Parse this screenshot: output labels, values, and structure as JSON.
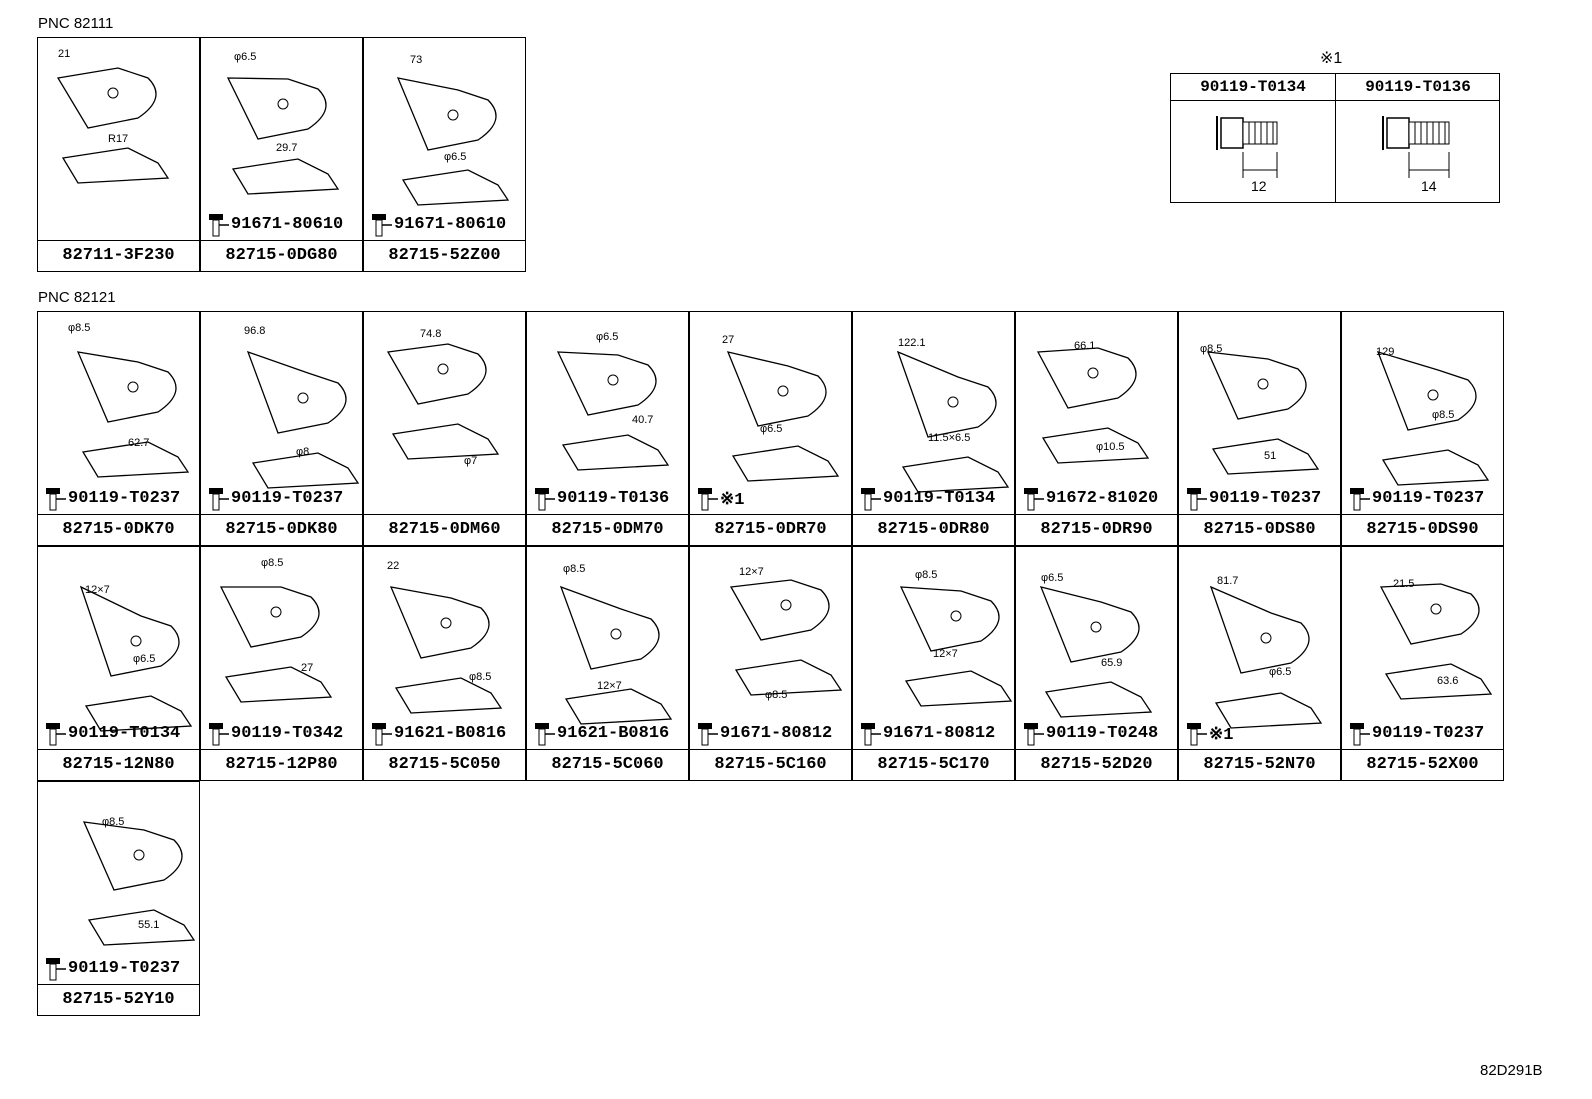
{
  "sections": [
    {
      "pnc_label": "PNC 82111",
      "cells": [
        {
          "part": "82711-3F230",
          "bolt": "",
          "dims": [
            "21",
            "R17"
          ]
        },
        {
          "part": "82715-0DG80",
          "bolt": "91671-80610",
          "dims": [
            "φ6.5",
            "29.7"
          ]
        },
        {
          "part": "82715-52Z00",
          "bolt": "91671-80610",
          "dims": [
            "73",
            "φ6.5"
          ]
        }
      ]
    },
    {
      "pnc_label": "PNC 82121",
      "cells": [
        {
          "part": "82715-0DK70",
          "bolt": "90119-T0237",
          "dims": [
            "φ8.5",
            "62.7"
          ]
        },
        {
          "part": "82715-0DK80",
          "bolt": "90119-T0237",
          "dims": [
            "96.8",
            "φ8"
          ]
        },
        {
          "part": "82715-0DM60",
          "bolt": "",
          "dims": [
            "74.8",
            "φ7"
          ]
        },
        {
          "part": "82715-0DM70",
          "bolt": "90119-T0136",
          "dims": [
            "φ6.5",
            "40.7"
          ]
        },
        {
          "part": "82715-0DR70",
          "bolt": "※1",
          "dims": [
            "27",
            "φ6.5"
          ]
        },
        {
          "part": "82715-0DR80",
          "bolt": "90119-T0134",
          "dims": [
            "122.1",
            "11.5×6.5"
          ]
        },
        {
          "part": "82715-0DR90",
          "bolt": "91672-81020",
          "dims": [
            "66.1",
            "φ10.5"
          ]
        },
        {
          "part": "82715-0DS80",
          "bolt": "90119-T0237",
          "dims": [
            "φ8.5",
            "51"
          ]
        },
        {
          "part": "82715-0DS90",
          "bolt": "90119-T0237",
          "dims": [
            "129",
            "φ8.5"
          ]
        },
        {
          "part": "82715-12N80",
          "bolt": "90119-T0134",
          "dims": [
            "12×7",
            "φ6.5"
          ]
        },
        {
          "part": "82715-12P80",
          "bolt": "90119-T0342",
          "dims": [
            "φ8.5",
            "27"
          ]
        },
        {
          "part": "82715-5C050",
          "bolt": "91621-B0816",
          "dims": [
            "22",
            "φ8.5"
          ]
        },
        {
          "part": "82715-5C060",
          "bolt": "91621-B0816",
          "dims": [
            "φ8.5",
            "12×7"
          ]
        },
        {
          "part": "82715-5C160",
          "bolt": "91671-80812",
          "dims": [
            "12×7",
            "φ8.5"
          ]
        },
        {
          "part": "82715-5C170",
          "bolt": "91671-80812",
          "dims": [
            "φ8.5",
            "12×7"
          ]
        },
        {
          "part": "82715-52D20",
          "bolt": "90119-T0248",
          "dims": [
            "φ6.5",
            "65.9"
          ]
        },
        {
          "part": "82715-52N70",
          "bolt": "※1",
          "dims": [
            "81.7",
            "φ6.5"
          ]
        },
        {
          "part": "82715-52X00",
          "bolt": "90119-T0237",
          "dims": [
            "21.5",
            "63.6"
          ]
        },
        {
          "part": "82715-52Y10",
          "bolt": "90119-T0237",
          "dims": [
            "φ8.5",
            "55.1"
          ]
        }
      ]
    }
  ],
  "footnote": {
    "title": "※1",
    "columns": [
      {
        "part": "90119-T0134",
        "length": "12"
      },
      {
        "part": "90119-T0136",
        "length": "14"
      }
    ]
  },
  "figure_code": "82D291B"
}
